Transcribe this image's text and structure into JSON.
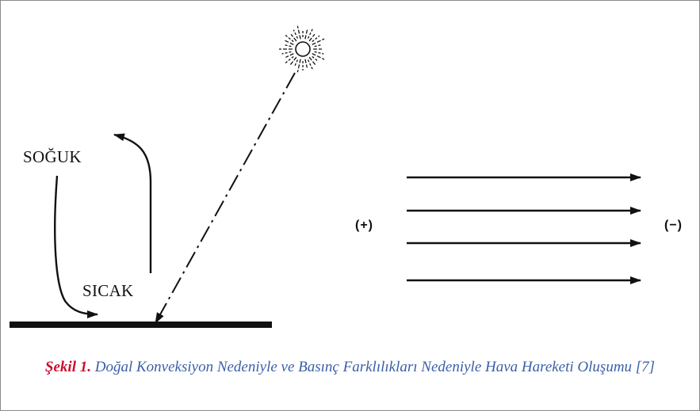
{
  "diagram": {
    "labels": {
      "cold": "SOĞUK",
      "hot": "SICAK",
      "high_pressure": "(+)",
      "low_pressure": "(−)"
    },
    "icons": {
      "sun": "sun-icon"
    }
  },
  "caption": {
    "lead": "Şekil 1.",
    "text": " Doğal Konveksiyon Nedeniyle ve Basınç Farklılıkları Nedeniyle Hava Hareketi Oluşumu [7]"
  },
  "colors": {
    "ink": "#111111",
    "caption_lead": "#c8102e",
    "caption_text": "#3a5fa8",
    "frame": "#8a8a8a"
  }
}
